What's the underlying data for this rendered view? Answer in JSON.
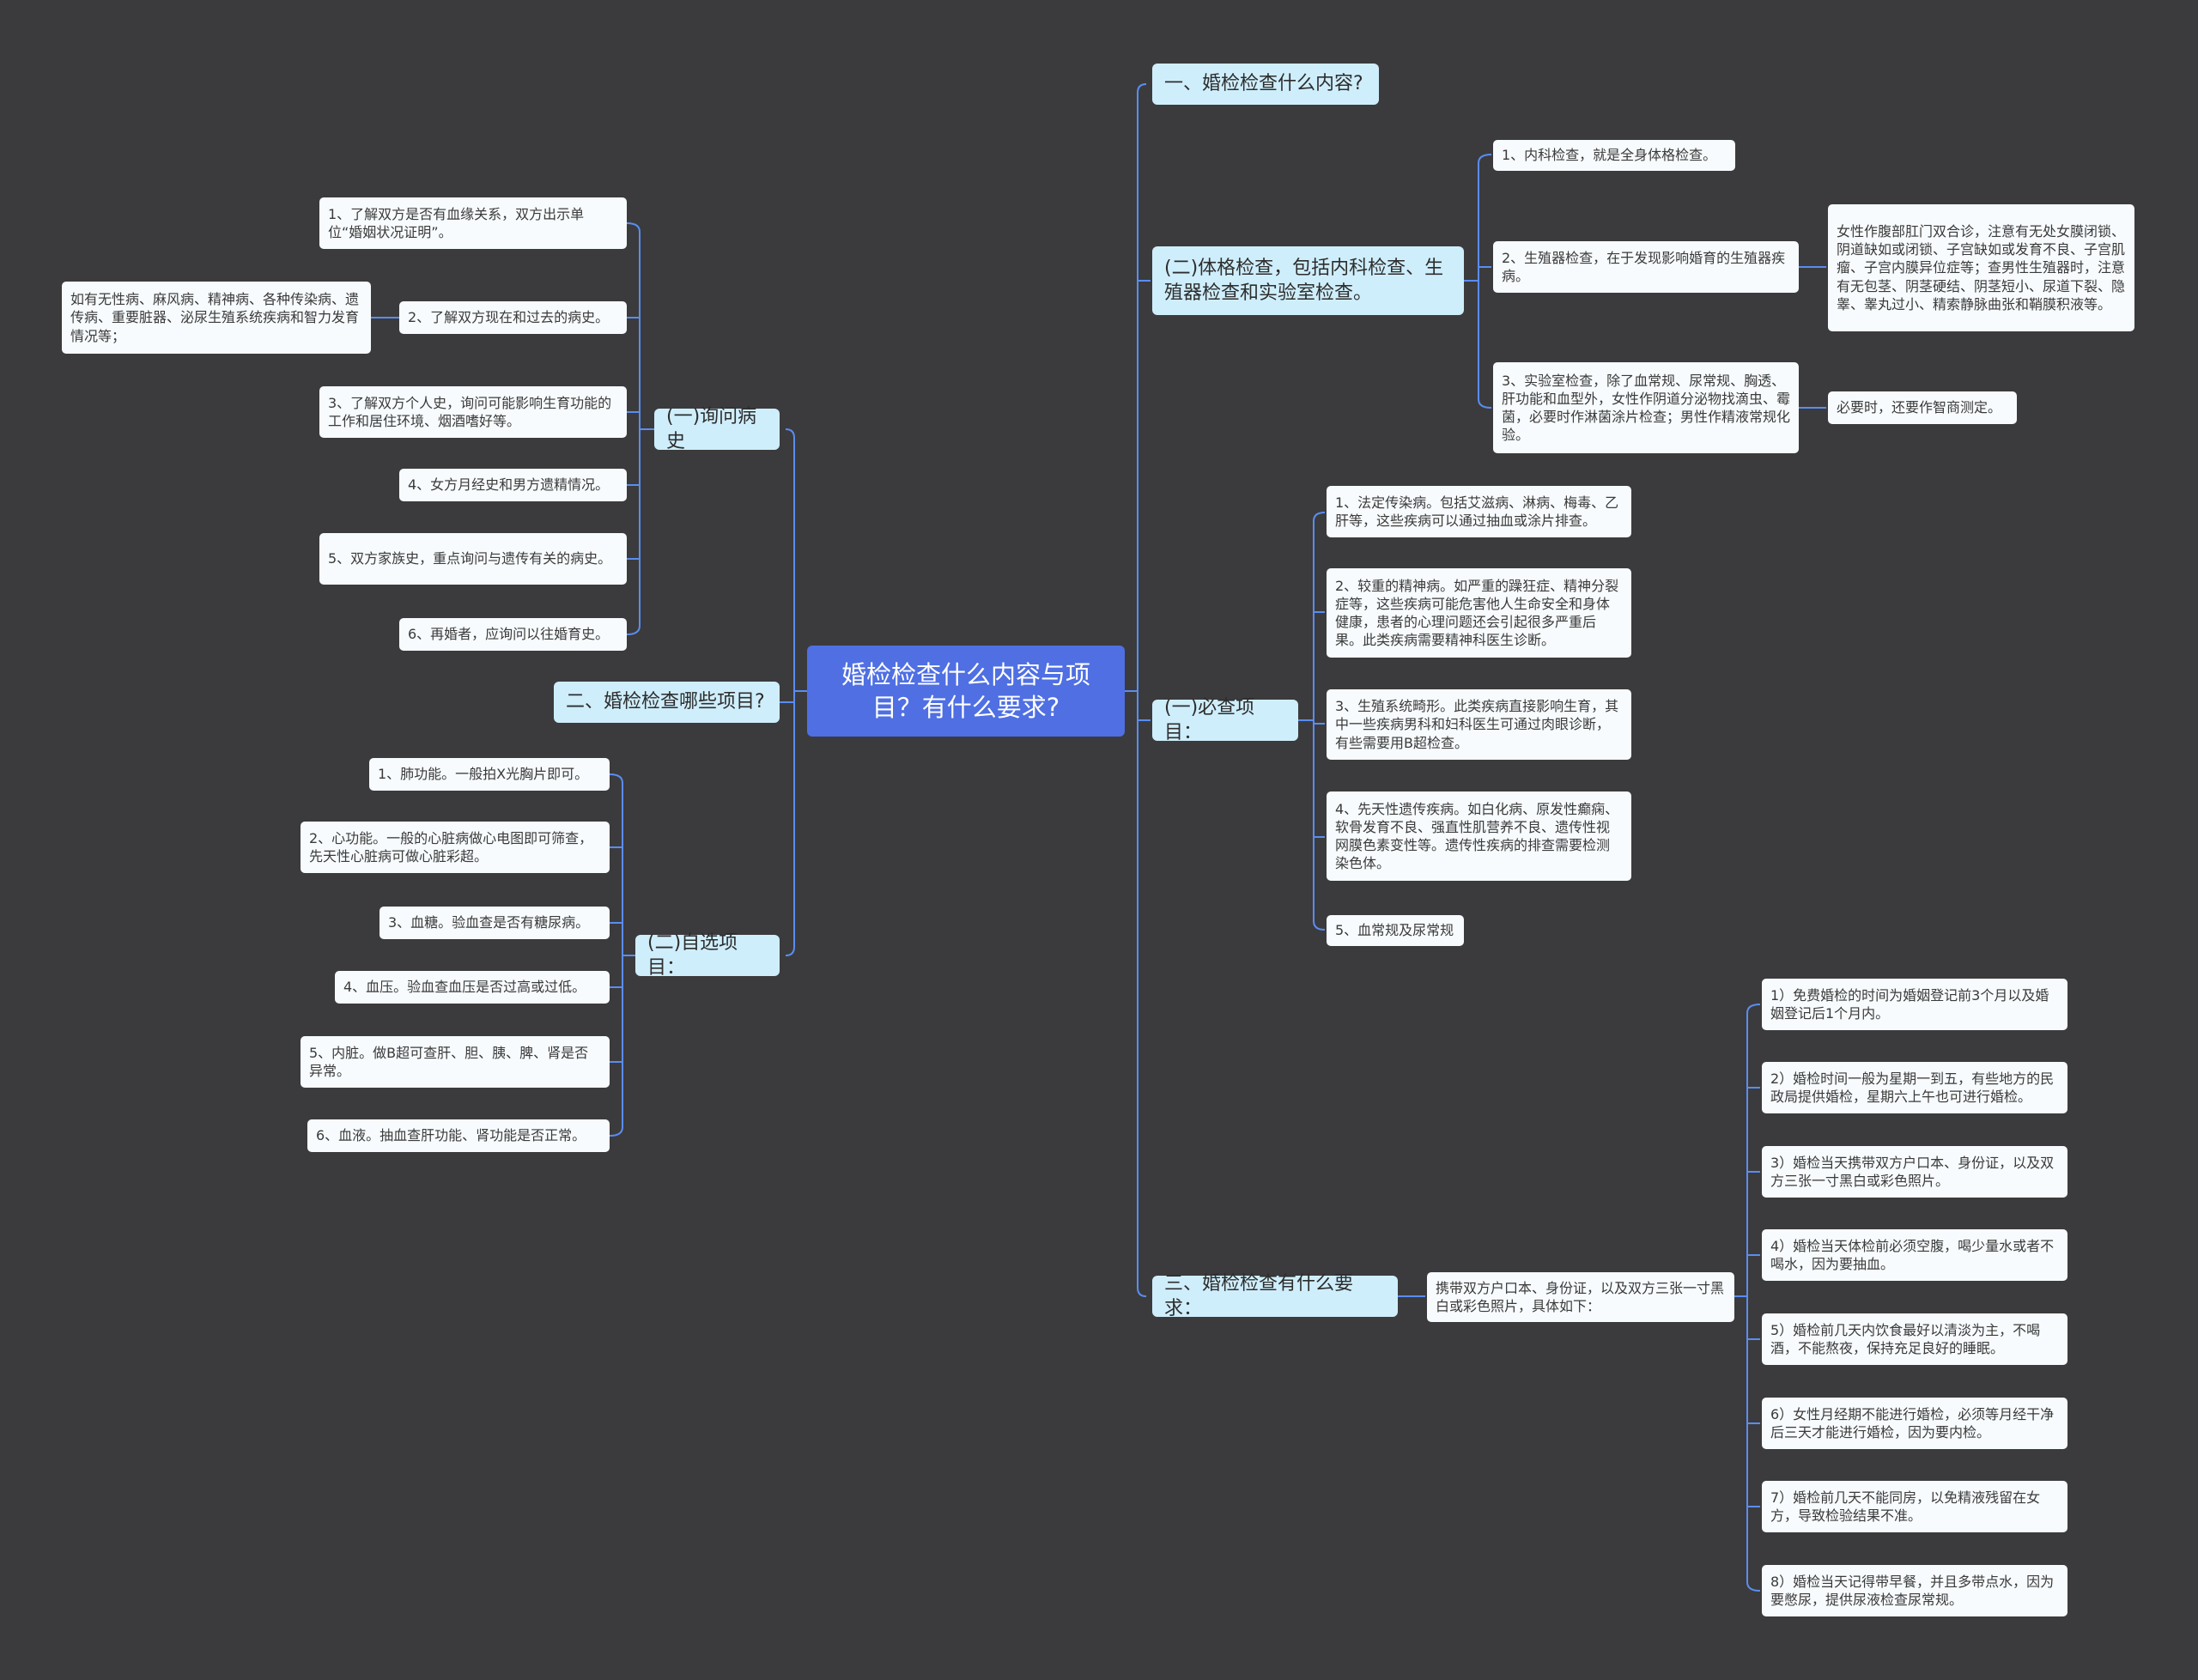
{
  "root": {
    "text": "婚检检查什么内容与项目？有什么要求?"
  },
  "right": {
    "q1": "一、婚检检查什么内容?",
    "physical": {
      "title": "(二)体格检查，包括内科检查、生殖器检查和实验室检查。",
      "internal": "1、内科检查，就是全身体格检查。",
      "genital": "2、生殖器检查，在于发现影响婚育的生殖器疾病。",
      "genital_detail": "女性作腹部肛门双合诊，注意有无处女膜闭锁、阴道缺如或闭锁、子宫缺如或发育不良、子宫肌瘤、子宫内膜异位症等；查男性生殖器时，注意有无包茎、阴茎硬结、阴茎短小、尿道下裂、隐睾、睾丸过小、精索静脉曲张和鞘膜积液等。",
      "lab": "3、实验室检查，除了血常规、尿常规、胸透、肝功能和血型外，女性作阴道分泌物找滴虫、霉菌，必要时作淋菌涂片检查；男性作精液常规化验。",
      "lab_detail": "必要时，还要作智商测定。"
    },
    "required": {
      "title": "(一)必查项目：",
      "items": [
        "1、法定传染病。包括艾滋病、淋病、梅毒、乙肝等，这些疾病可以通过抽血或涂片排查。",
        "2、较重的精神病。如严重的躁狂症、精神分裂症等，这些疾病可能危害他人生命安全和身体健康，患者的心理问题还会引起很多严重后果。此类疾病需要精神科医生诊断。",
        "3、生殖系统畸形。此类疾病直接影响生育，其中一些疾病男科和妇科医生可通过肉眼诊断，有些需要用B超检查。",
        "4、先天性遗传疾病。如白化病、原发性癫痫、软骨发育不良、强直性肌营养不良、遗传性视网膜色素变性等。遗传性疾病的排查需要检测染色体。",
        "5、血常规及尿常规"
      ]
    },
    "req3": {
      "title": "三、婚检检查有什么要求：",
      "carry": "携带双方户口本、身份证，以及双方三张一寸黑白或彩色照片，具体如下：",
      "items": [
        "1）免费婚检的时间为婚姻登记前3个月以及婚姻登记后1个月内。",
        "2）婚检时间一般为星期一到五，有些地方的民政局提供婚检，星期六上午也可进行婚检。",
        "3）婚检当天携带双方户口本、身份证，以及双方三张一寸黑白或彩色照片。",
        "4）婚检当天体检前必须空腹，喝少量水或者不喝水，因为要抽血。",
        "5）婚检前几天内饮食最好以清淡为主，不喝酒，不能熬夜，保持充足良好的睡眠。",
        "6）女性月经期不能进行婚检，必须等月经干净后三天才能进行婚检，因为要内检。",
        "7）婚检前几天不能同房，以免精液残留在女方，导致检验结果不准。",
        "8）婚检当天记得带早餐，并且多带点水，因为要憋尿，提供尿液检查尿常规。"
      ]
    }
  },
  "left": {
    "history": {
      "title": "(一)询问病史",
      "items": [
        "1、了解双方是否有血缘关系，双方出示单位“婚姻状况证明”。",
        "2、了解双方现在和过去的病史。",
        "3、了解双方个人史，询问可能影响生育功能的工作和居住环境、烟酒嗜好等。",
        "4、女方月经史和男方遗精情况。",
        "5、双方家族史，重点询问与遗传有关的病史。",
        "6、再婚者，应询问以往婚育史。"
      ],
      "detail2": "如有无性病、麻风病、精神病、各种传染病、遗传病、重要脏器、泌尿生殖系统疾病和智力发育情况等；"
    },
    "q2": "二、婚检检查哪些项目?",
    "optional": {
      "title": "(二)自选项目：",
      "items": [
        "1、肺功能。一般拍X光胸片即可。",
        "2、心功能。一般的心脏病做心电图即可筛查，先天性心脏病可做心脏彩超。",
        "3、血糖。验血查是否有糖尿病。",
        "4、血压。验血查血压是否过高或过低。",
        "5、内脏。做B超可查肝、胆、胰、脾、肾是否异常。",
        "6、血液。抽血查肝功能、肾功能是否正常。"
      ]
    }
  },
  "colors": {
    "background": "#3b3b3d",
    "root": "#4f6fe3",
    "branch": "#cfeefb",
    "leaf": "#f7fbfd",
    "line": "#5a8df0"
  }
}
